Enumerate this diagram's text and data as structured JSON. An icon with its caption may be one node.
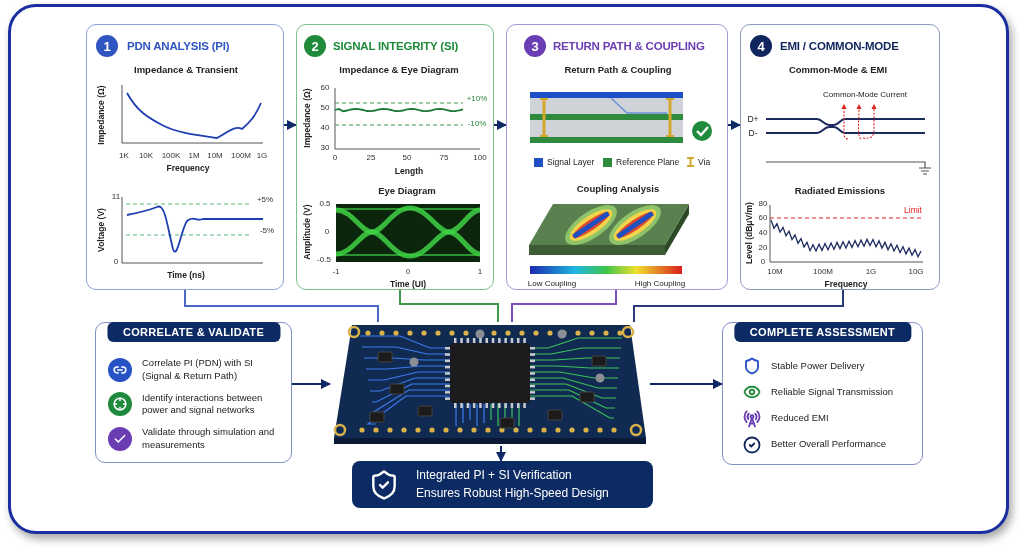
{
  "diagram": {
    "nodes": [
      {
        "text": [
          "1",
          "PDN ANALYSIS (PI)",
          "Impedance & Transient"
        ]
      },
      {
        "text": [
          "2",
          "SIGNAL INTEGRITY (SI)",
          "Impedance & Eye Diagram",
          "Eye Diagram"
        ]
      },
      {
        "text": [
          "3",
          "RETURN PATH & COUPLING",
          "Return Path & Coupling",
          "Coupling Analysis"
        ]
      },
      {
        "text": [
          "4",
          "EMI / COMMON-MODE",
          "Common-Mode & EMI",
          "Radiated Emissions"
        ]
      },
      {
        "text": [
          "CORRELATE & VALIDATE",
          "Correlate PI (PDN) with SI (Signal & Return Path)",
          "Identify interactions between power and signal networks",
          "Validate through simulation and measurements"
        ]
      },
      {
        "text": [],
        "shape": "picture"
      },
      {
        "text": [
          "COMPLETE ASSESSMENT",
          "Stable Power Delivery",
          "Reliable Signal Transmission",
          "Reduced EMI",
          "Better Overall Performance"
        ]
      },
      {
        "text": [
          "Integrated PI + SI Verification Ensures Robust High-Speed Design"
        ]
      }
    ],
    "edges": [
      {
        "from": 0,
        "to": 1,
        "arrow": "to"
      },
      {
        "from": 1,
        "to": 2,
        "arrow": "to"
      },
      {
        "from": 2,
        "to": 3,
        "arrow": "to"
      },
      {
        "from": 0,
        "to": 5,
        "arrow": "none",
        "color": "#4a68c4"
      },
      {
        "from": 1,
        "to": 5,
        "arrow": "none",
        "color": "#3f9a4e"
      },
      {
        "from": 2,
        "to": 5,
        "arrow": "none",
        "color": "#7a4fc0"
      },
      {
        "from": 3,
        "to": 5,
        "arrow": "none",
        "color": "#2a3a78"
      },
      {
        "from": 4,
        "to": 5,
        "arrow": "to"
      },
      {
        "from": 5,
        "to": 6,
        "arrow": "to"
      },
      {
        "from": 5,
        "to": 7,
        "arrow": "to"
      }
    ],
    "labels": [
      "Impedance (Ω)",
      "1K",
      "10K",
      "100K",
      "1M",
      "10M",
      "100M",
      "1G",
      "Frequency",
      "11",
      "+5%",
      "Voltage (V)",
      "-5%",
      "0",
      "Time (ns)",
      "60",
      "Impedance (Ω)",
      "+10%",
      "50",
      "-10%",
      "40",
      "30",
      "0",
      "25",
      "50",
      "75",
      "100",
      "Length",
      "0.5",
      "Amplitude (V)",
      "0",
      "-0.5",
      "-1",
      "0",
      "1",
      "Time (UI)",
      "Low Coupling",
      "High Coupling",
      "Common-Mode Current",
      "D+",
      "D-",
      "80",
      "Limit",
      "60",
      "Level (dBμV/m)",
      "40",
      "20",
      "0",
      "10M",
      "100M",
      "1G",
      "10G",
      "Frequency"
    ],
    "legend": [
      {
        "text": "Signal Layer",
        "color": "#1f4fc4"
      },
      {
        "text": "Reference Plane",
        "color": "#2e8b3e"
      },
      {
        "text": "Via"
      }
    ]
  }
}
